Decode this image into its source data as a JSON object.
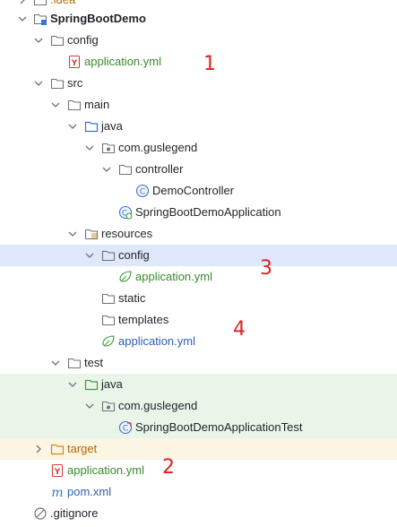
{
  "tree": {
    "items": [
      {
        "label": ".idea"
      },
      {
        "label": "SpringBootDemo"
      },
      {
        "label": "config"
      },
      {
        "label": "application.yml"
      },
      {
        "label": "src"
      },
      {
        "label": "main"
      },
      {
        "label": "java"
      },
      {
        "label": "com.guslegend"
      },
      {
        "label": "controller"
      },
      {
        "label": "DemoController"
      },
      {
        "label": "SpringBootDemoApplication"
      },
      {
        "label": "resources"
      },
      {
        "label": "config"
      },
      {
        "label": "application.yml"
      },
      {
        "label": "static"
      },
      {
        "label": "templates"
      },
      {
        "label": "application.yml"
      },
      {
        "label": "test"
      },
      {
        "label": "java"
      },
      {
        "label": "com.guslegend"
      },
      {
        "label": "SpringBootDemoApplicationTest"
      },
      {
        "label": "target"
      },
      {
        "label": "application.yml"
      },
      {
        "label": "pom.xml"
      },
      {
        "label": ".gitignore"
      }
    ]
  },
  "annotations": [
    "1",
    "3",
    "4",
    "2"
  ],
  "colors": {
    "selected_row": "#dfe7fb",
    "test_rows": "#eaf5ea",
    "excluded_row": "#fdf5e4",
    "annotation": "#e02020"
  },
  "icons": {
    "folder": "folder-icon",
    "source_folder": "source-folder-icon",
    "test_source_folder": "test-source-folder-icon",
    "resources_folder": "resources-folder-icon",
    "excluded_folder": "excluded-folder-icon",
    "package": "package-icon",
    "module": "module-icon",
    "class": "class-icon",
    "spring_boot_class": "spring-boot-class-icon",
    "spring_boot_test_class": "spring-boot-test-class-icon",
    "yaml": "yaml-file-icon",
    "spring_config": "spring-config-file-icon",
    "maven": "maven-pom-icon",
    "gitignore": "gitignore-icon"
  }
}
